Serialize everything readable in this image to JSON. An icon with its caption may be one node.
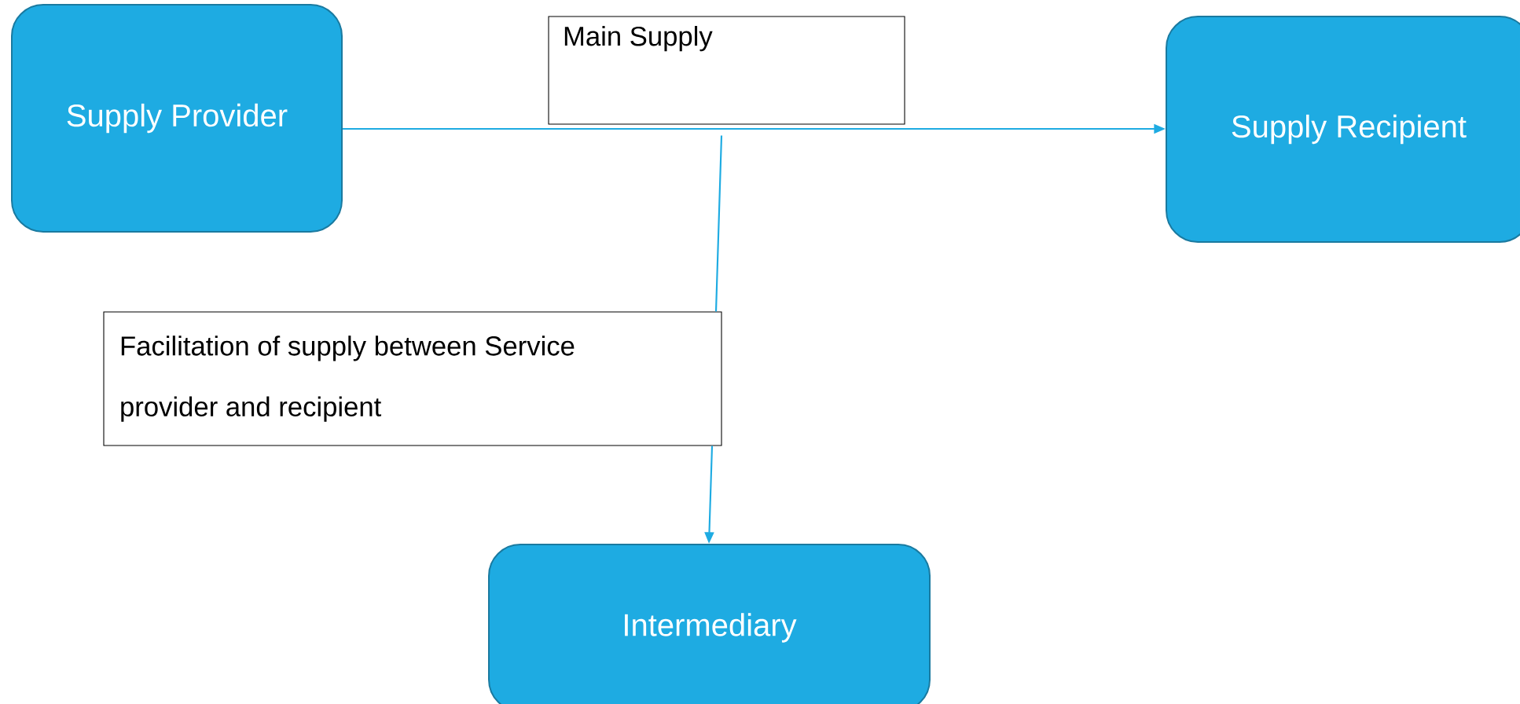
{
  "diagram": {
    "nodes": [
      {
        "text": [
          "Supply Provider"
        ]
      },
      {
        "text": [
          "Main Supply"
        ]
      },
      {
        "text": [
          "Supply Recipient"
        ]
      },
      {
        "text": [
          "Facilitation of supply between Service provider and recipient"
        ]
      },
      {
        "text": [
          "Intermediary"
        ]
      }
    ],
    "edges": [
      {
        "from": 0,
        "to": 2,
        "arrow": "to"
      },
      {
        "from": 1,
        "to": 3,
        "arrow": "none"
      },
      {
        "from": 3,
        "to": 4,
        "arrow": "to"
      }
    ]
  }
}
